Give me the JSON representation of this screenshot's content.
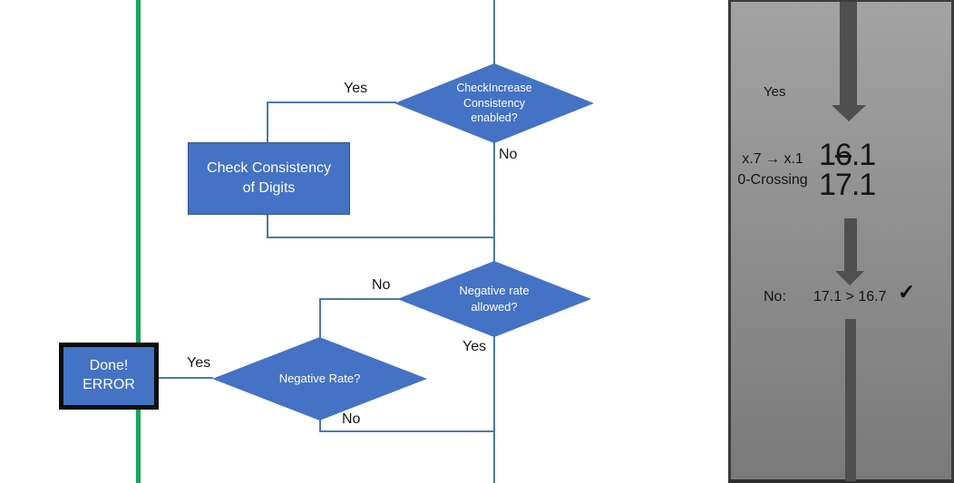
{
  "flowchart": {
    "nodes": {
      "check_increase": {
        "lines": [
          "CheckIncrease",
          "Consistency",
          "enabled?"
        ]
      },
      "check_consistency": {
        "lines": [
          "Check Consistency",
          "of Digits"
        ]
      },
      "negative_rate_allowed": {
        "lines": [
          "Negative rate",
          "allowed?"
        ]
      },
      "negative_rate": {
        "label": "Negative Rate?"
      },
      "done_error": {
        "lines": [
          "Done!",
          "ERROR"
        ]
      }
    },
    "edge_labels": {
      "yes_top": "Yes",
      "no_top": "No",
      "no_mid": "No",
      "yes_mid": "Yes",
      "yes_done": "Yes",
      "no_bottom": "No"
    }
  },
  "side_panel": {
    "yes_label": "Yes",
    "annotation_line1": "x.7 → x.1",
    "annotation_line2": "0-Crossing",
    "old_value_prefix": "1",
    "old_value_struck": "6",
    "old_value_suffix": ".1",
    "new_value": "17.1",
    "comparison_label": "No:",
    "comparison_expression": "17.1 > 16.7",
    "check_icon": "✓"
  },
  "colors": {
    "shape_blue": "#4472c4",
    "connector_blue": "#4d79a8",
    "guide_green": "#17a557",
    "panel_gray_top": "#a3a3a3",
    "panel_gray_bottom": "#7a7a7a",
    "arrow_gray": "#4f4f4f"
  }
}
